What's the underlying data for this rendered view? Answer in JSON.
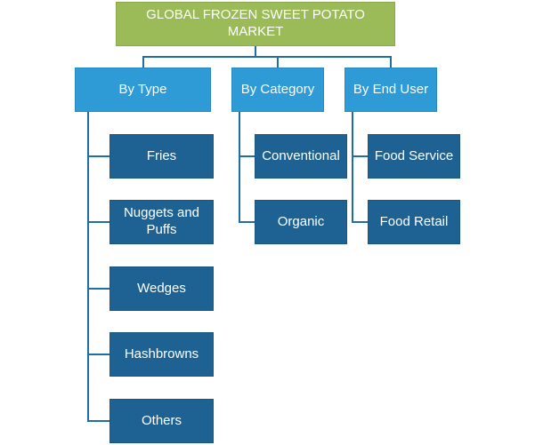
{
  "root": "GLOBAL FROZEN SWEET POTATO MARKET",
  "categories": [
    {
      "label": "By Type",
      "items": [
        "Fries",
        "Nuggets and Puffs",
        "Wedges",
        "Hashbrowns",
        "Others"
      ]
    },
    {
      "label": "By Category",
      "items": [
        "Conventional",
        "Organic"
      ]
    },
    {
      "label": "By End User",
      "items": [
        "Food Service",
        "Food Retail"
      ]
    }
  ],
  "colors": {
    "root": "#9bbb59",
    "level1": "#2e9ad6",
    "level2": "#1e6294",
    "connector": "#1f6fa3"
  }
}
